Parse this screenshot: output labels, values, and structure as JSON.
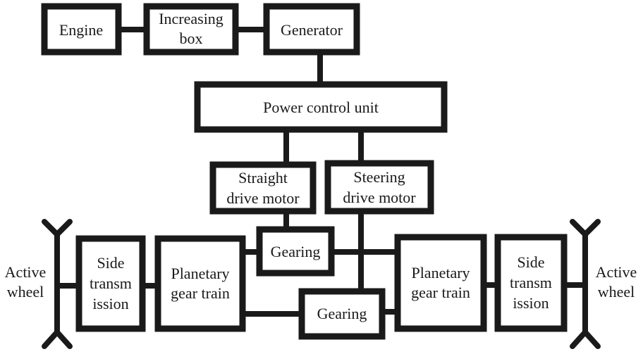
{
  "diagram": {
    "type": "block-diagram",
    "colors": {
      "stroke": "#1a1a1a",
      "fill": "#ffffff"
    },
    "nodes": {
      "engine": [
        "Engine"
      ],
      "increasing_box": [
        "Increasing",
        "box"
      ],
      "generator": [
        "Generator"
      ],
      "power_control_unit": [
        "Power control unit"
      ],
      "straight_drive_motor": [
        "Straight",
        "drive motor"
      ],
      "steering_drive_motor": [
        "Steering",
        "drive motor"
      ],
      "gearing_upper": [
        "Gearing"
      ],
      "gearing_lower": [
        "Gearing"
      ],
      "planetary_left": [
        "Planetary",
        "gear train"
      ],
      "planetary_right": [
        "Planetary",
        "gear train"
      ],
      "side_transmission_left": [
        "Side",
        "transm",
        "ission"
      ],
      "side_transmission_right": [
        "Side",
        "transm",
        "ission"
      ],
      "active_wheel_left": [
        "Active",
        "wheel"
      ],
      "active_wheel_right": [
        "Active",
        "wheel"
      ]
    },
    "edges": [
      [
        "engine",
        "increasing_box"
      ],
      [
        "increasing_box",
        "generator"
      ],
      [
        "generator",
        "power_control_unit"
      ],
      [
        "power_control_unit",
        "straight_drive_motor"
      ],
      [
        "power_control_unit",
        "steering_drive_motor"
      ],
      [
        "straight_drive_motor",
        "gearing_upper"
      ],
      [
        "gearing_upper",
        "planetary_left"
      ],
      [
        "gearing_upper",
        "planetary_right"
      ],
      [
        "steering_drive_motor",
        "gearing_lower"
      ],
      [
        "gearing_lower",
        "planetary_left"
      ],
      [
        "gearing_lower",
        "planetary_right"
      ],
      [
        "planetary_left",
        "side_transmission_left"
      ],
      [
        "planetary_right",
        "side_transmission_right"
      ],
      [
        "side_transmission_left",
        "active_wheel_left"
      ],
      [
        "side_transmission_right",
        "active_wheel_right"
      ]
    ]
  }
}
